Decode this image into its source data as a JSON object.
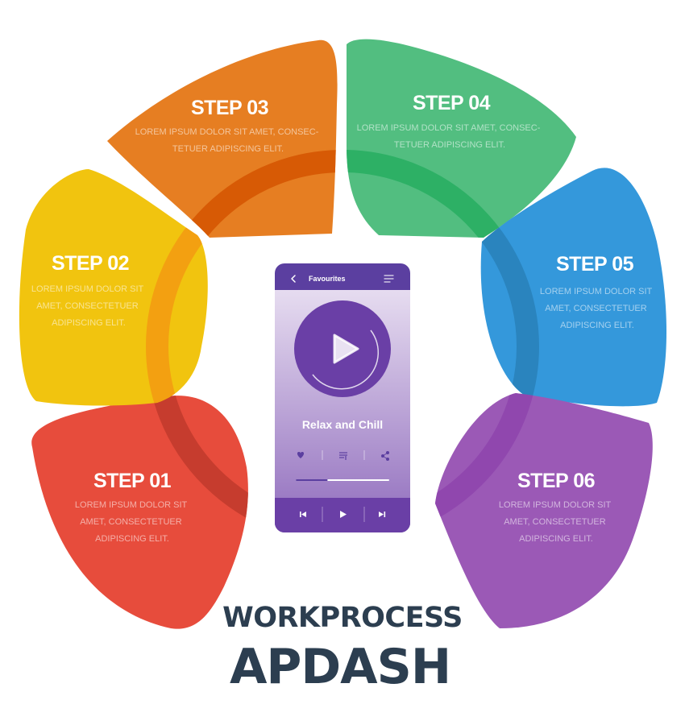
{
  "steps": [
    {
      "id": "01",
      "title": "STEP 01",
      "desc_lines": [
        "LOREM IPSUM DOLOR SIT",
        "AMET, CONSECTETUER",
        "ADIPISCING ELIT."
      ],
      "color": "#E74C3C",
      "band": "#C0392B"
    },
    {
      "id": "02",
      "title": "STEP 02",
      "desc_lines": [
        "LOREM IPSUM DOLOR SIT",
        "AMET, CONSECTETUER",
        "ADIPISCING ELIT."
      ],
      "color": "#F1C40F",
      "band": "#F39C12"
    },
    {
      "id": "03",
      "title": "STEP 03",
      "desc_lines": [
        "LOREM IPSUM DOLOR SIT AMET, CONSEC-",
        "TETUER ADIPISCING ELIT."
      ],
      "color": "#E67E22",
      "band": "#D35400"
    },
    {
      "id": "04",
      "title": "STEP 04",
      "desc_lines": [
        "LOREM IPSUM DOLOR SIT AMET, CONSEC-",
        "TETUER ADIPISCING ELIT."
      ],
      "color": "#52BE80",
      "band": "#27AE60"
    },
    {
      "id": "05",
      "title": "STEP 05",
      "desc_lines": [
        "LOREM IPSUM DOLOR SIT",
        "AMET, CONSECTETUER",
        "ADIPISCING ELIT."
      ],
      "color": "#3498DB",
      "band": "#2980B9"
    },
    {
      "id": "06",
      "title": "STEP 06",
      "desc_lines": [
        "LOREM IPSUM DOLOR SIT",
        "AMET, CONSECTETUER",
        "ADIPISCING ELIT."
      ],
      "color": "#9B59B6",
      "band": "#8E44AD"
    }
  ],
  "phone": {
    "header_title": "Favourites",
    "track_title": "Relax and Chill",
    "progress": 0.33,
    "colors": {
      "frame": "#5B3FA0",
      "accent": "#6A3FA6",
      "screen_top": "#E6DCF0",
      "screen_bottom": "#9C7CC4"
    },
    "icons": [
      "back-icon",
      "menu-icon",
      "play-icon",
      "heart-icon",
      "playlist-icon",
      "share-icon",
      "previous-icon",
      "next-icon"
    ]
  },
  "footer": {
    "subtitle": "WORKPROCESS",
    "title": "APDASH",
    "color": "#2C3E50"
  }
}
